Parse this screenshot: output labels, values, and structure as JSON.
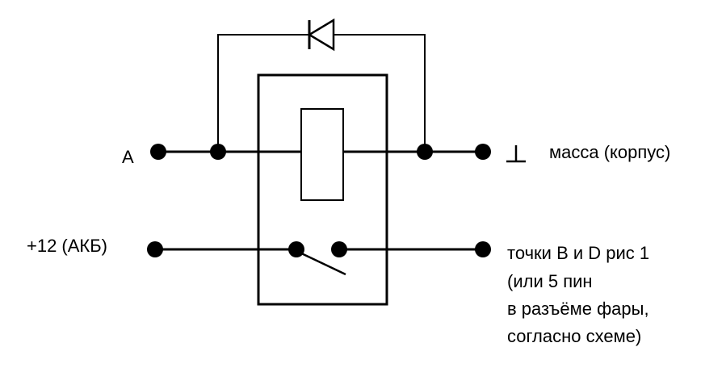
{
  "labels": {
    "terminal_a": "A",
    "ground_symbol": "⊥",
    "ground_label": "масса (корпус)",
    "battery_label": "+12 (АКБ)",
    "output_line1": "точки B и D рис 1",
    "output_line2": "(или 5 пин",
    "output_line3": "в разъёме фары,",
    "output_line4": "согласно схеме)"
  },
  "components": {
    "diode": "diode-icon",
    "relay_coil": "relay-coil",
    "relay_switch": "normally-open-switch",
    "ground": "ground-icon"
  },
  "colors": {
    "line": "#000000",
    "background": "#ffffff"
  }
}
